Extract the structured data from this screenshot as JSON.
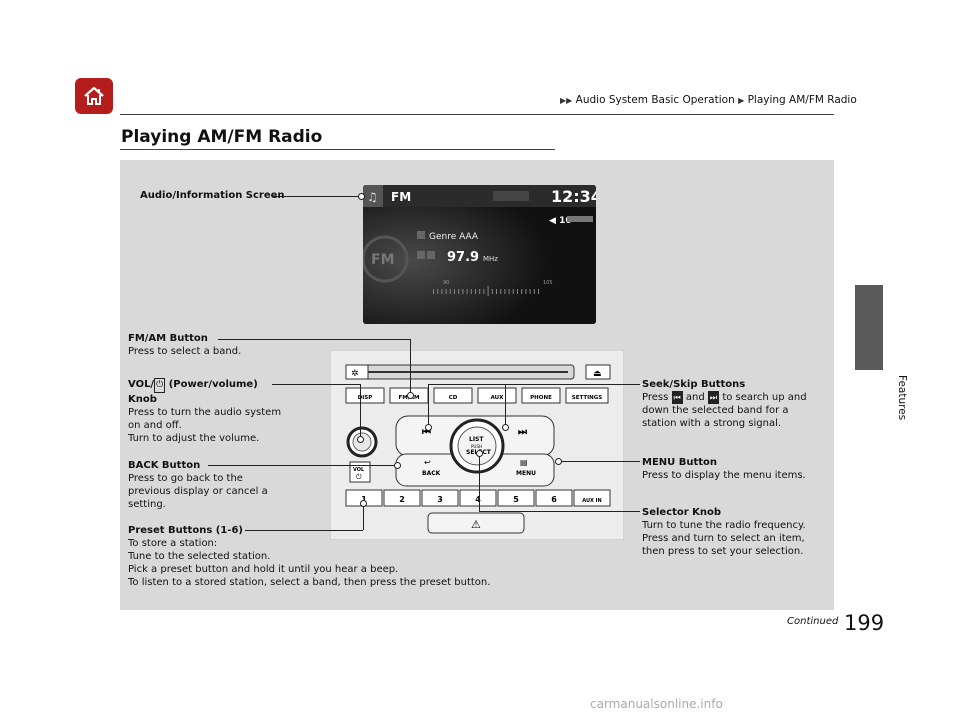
{
  "breadcrumb": {
    "part1": "Audio System Basic Operation",
    "part2": "Playing AM/FM Radio"
  },
  "page_title": "Playing AM/FM Radio",
  "side_tab": "Features",
  "screen": {
    "band": "FM",
    "clock": "12:34",
    "volume": "10",
    "genre": "Genre AAA",
    "frequency": "97.9",
    "unit": "MHz",
    "scale_low": "90",
    "scale_high": "105",
    "logo": "FM"
  },
  "radio": {
    "buttons": [
      "DISP",
      "FM/AM",
      "CD",
      "AUX",
      "PHONE",
      "SETTINGS"
    ],
    "presets": [
      "1",
      "2",
      "3",
      "4",
      "5",
      "6"
    ],
    "aux_in": "AUX IN",
    "knob_line1": "LIST",
    "knob_line2": "PUSH",
    "knob_line3": "SELECT",
    "back": "BACK",
    "menu": "MENU",
    "vol": "VOL"
  },
  "callouts": {
    "screen": "Audio/Information Screen",
    "fmam_title": "FM/AM Button",
    "fmam_desc": "Press to select a band.",
    "vol_title_a": "VOL/",
    "vol_title_b": " (Power/volume)",
    "vol_title_c": "Knob",
    "vol_desc1": "Press to turn the audio system",
    "vol_desc2": "on and off.",
    "vol_desc3": "Turn to adjust the volume.",
    "back_title": "BACK Button",
    "back_desc1": "Press to go back to the",
    "back_desc2": "previous display or cancel a",
    "back_desc3": "setting.",
    "preset_title": "Preset Buttons (1-6)",
    "preset_desc1": "To store a station:",
    "preset_desc2": "Tune to the selected station.",
    "preset_desc3": "Pick a preset button and hold it until you hear a beep.",
    "preset_desc4": "To listen to a stored station, select a band, then press the preset button.",
    "seek_title": "Seek/Skip Buttons",
    "seek_desc1a": "Press",
    "seek_desc1b": "and",
    "seek_desc1c": "to search up and",
    "seek_desc2": "down the selected band for a",
    "seek_desc3": "station with a strong signal.",
    "menu_title": "MENU Button",
    "menu_desc": "Press to display the menu items.",
    "selector_title": "Selector Knob",
    "selector_desc1": "Turn to tune the radio frequency.",
    "selector_desc2": "Press and turn to select an item,",
    "selector_desc3": "then press to set your selection."
  },
  "footer": {
    "continued": "Continued",
    "page_number": "199",
    "watermark": "carmanualsonline.info"
  }
}
